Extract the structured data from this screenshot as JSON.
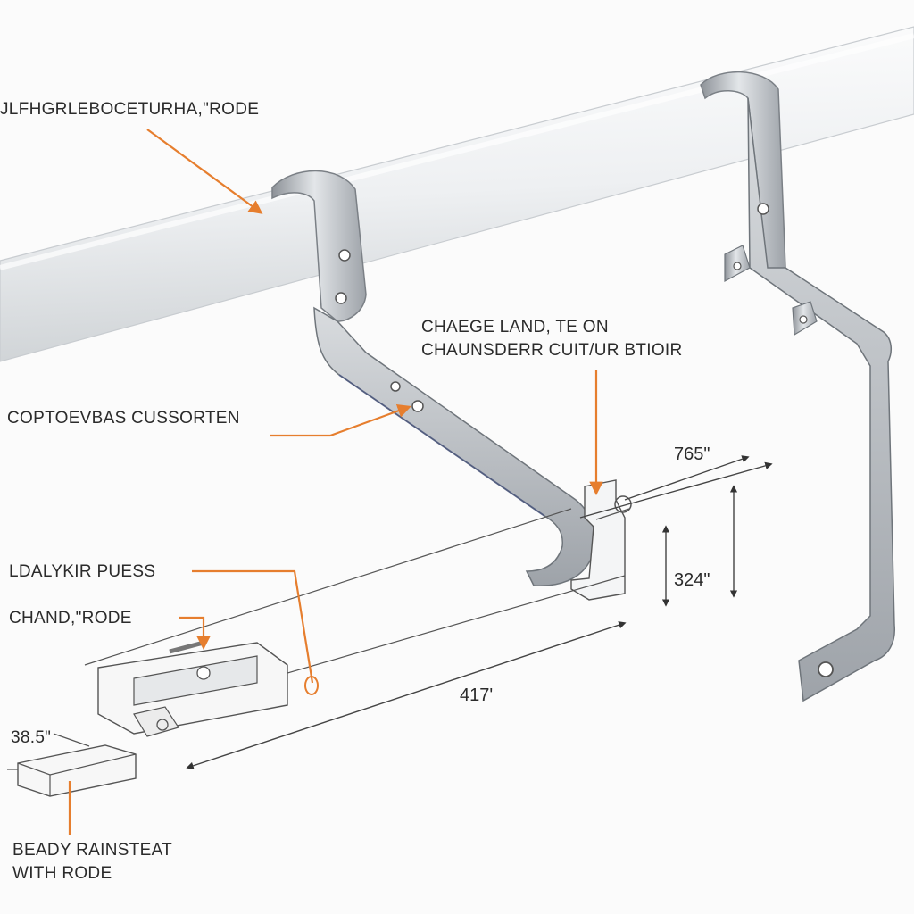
{
  "labels": {
    "top_callout": "JLFHGRLEBOCETURHA,\"RODE",
    "center_line1": "CHAEGE LAND, TE ON",
    "center_line2": "CHAUNSDERR CUIT/UR BTIOIR",
    "left_callout": "COPTOEVBAS CUSSORTEN",
    "lower_callout1": "LDALYKIR PUESS",
    "lower_callout2": "CHAND,\"RODE",
    "small_dim": "38.5\"",
    "bottom_line1": "BEADY RAINSTEAT",
    "bottom_line2": "WITH RODE"
  },
  "dimensions": {
    "width_top": "765\"",
    "height_right": "324\"",
    "length_bottom": "417'"
  },
  "colors": {
    "annotation": "#e67e2e",
    "pipe": "#f2f4f5",
    "metal": "#b8bcc1"
  }
}
